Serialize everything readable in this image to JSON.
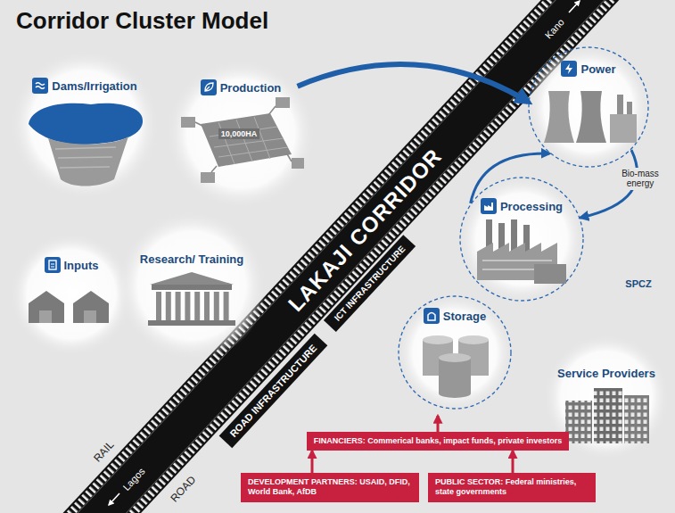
{
  "diagram": {
    "title": "Corridor Cluster Model",
    "nodes": [
      {
        "text": [
          "Dams/Irrigation"
        ]
      },
      {
        "text": [
          "Production"
        ]
      },
      {
        "text": [
          "Power"
        ]
      },
      {
        "text": [
          "Inputs"
        ]
      },
      {
        "text": [
          "Research/ Training"
        ]
      },
      {
        "text": [
          "LAKAJI CORRIDOR"
        ]
      },
      {
        "text": [
          "Processing"
        ]
      },
      {
        "text": [
          "ICT INFRASTRUCTURE"
        ]
      },
      {
        "text": [
          "ROAD INFRASTRUCTURE"
        ]
      },
      {
        "text": [
          "Storage"
        ]
      },
      {
        "text": [
          "Service Providers"
        ]
      },
      {
        "text": [
          "FINANCIERS: Commerical banks, impact funds, private investors"
        ]
      },
      {
        "text": [
          "DEVELOPMENT PARTNERS: USAID, DFID, World Bank, AfDB"
        ]
      },
      {
        "text": [
          "PUBLIC SECTOR: Federal ministries, state governments"
        ]
      }
    ],
    "edges": [
      {
        "from": 1,
        "to": 2,
        "arrow": "to"
      },
      {
        "from": 6,
        "to": 2,
        "arrow": "to"
      },
      {
        "from": 2,
        "to": 6,
        "label": "Bio-mass energy",
        "arrow": "to"
      },
      {
        "from": 12,
        "to": 11,
        "arrow": "to"
      },
      {
        "from": 13,
        "to": 11,
        "arrow": "to"
      }
    ],
    "labels": [
      "10,000HA",
      "Kano",
      "Lagos",
      "RAIL",
      "ROAD",
      "SPCZ"
    ]
  }
}
